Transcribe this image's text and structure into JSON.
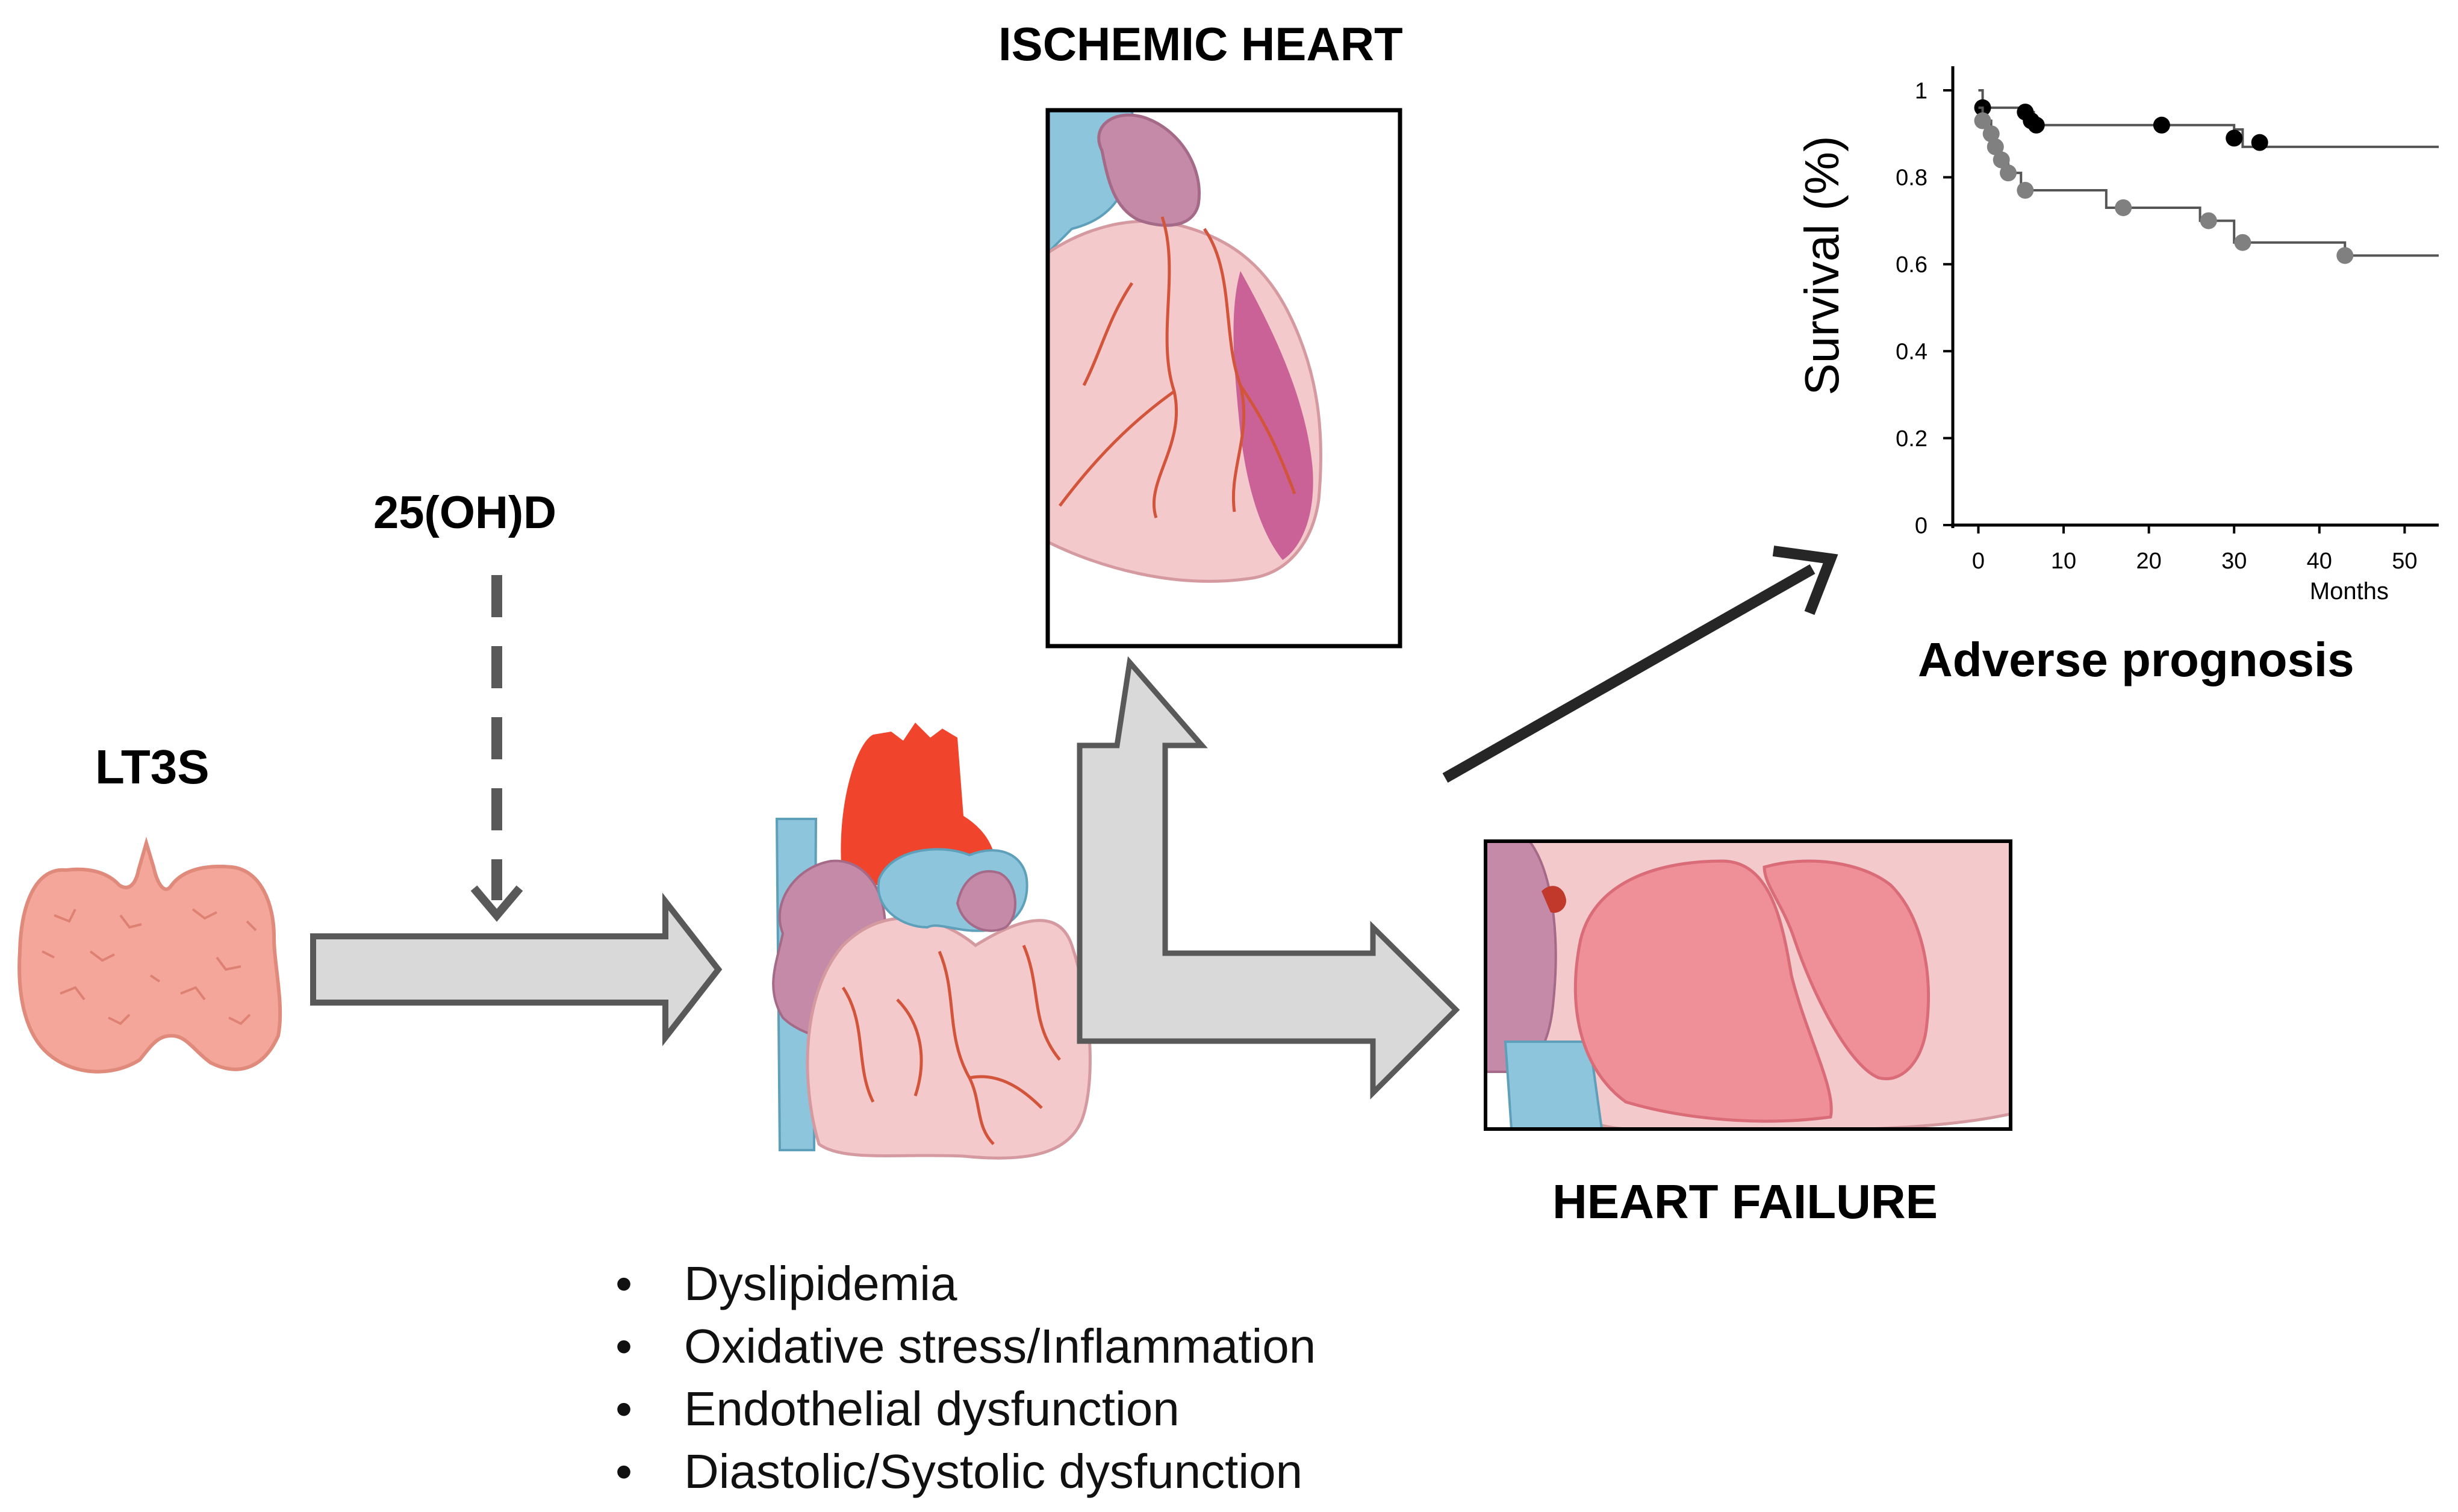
{
  "labels": {
    "lt3s": "LT3S",
    "vitd": "25(OH)D",
    "ischemic": "ISCHEMIC  HEART",
    "heart_failure": "HEART FAILURE",
    "adverse": "Adverse prognosis"
  },
  "bullets": [
    "Dyslipidemia",
    "Oxidative stress/Inflammation",
    "Endothelial  dysfunction",
    "Diastolic/Systolic dysfunction"
  ],
  "colors": {
    "thyroid": "#f4a69a",
    "thyroid_outline": "#e08a7c",
    "heart": "#f3c9cc",
    "vessel_blue": "#8cc5dc",
    "aorta_red": "#f0442c",
    "atrium_purple": "#c58aa7",
    "infarct": "#c2508e",
    "coronary": "#d2543a",
    "arrow_fill": "#d9d9d9",
    "arrow_stroke": "#595959",
    "km_black": "#000000",
    "km_gray": "#808080"
  },
  "chart_data": {
    "type": "line",
    "title": "",
    "xlabel": "Months",
    "ylabel": "Survival (%)",
    "xlim": [
      -3,
      54
    ],
    "ylim": [
      0,
      1
    ],
    "x_ticks": [
      "0",
      "10",
      "20",
      "30",
      "40",
      "50"
    ],
    "y_ticks": [
      "0",
      "0.2",
      "0.4",
      "0.6",
      "0.8",
      "1"
    ],
    "grid": false,
    "series": [
      {
        "color": "#000000",
        "steps": [
          [
            0,
            1
          ],
          [
            0.5,
            0.96
          ],
          [
            5.5,
            0.95
          ],
          [
            6.5,
            0.92
          ],
          [
            30,
            0.91
          ],
          [
            31,
            0.87
          ],
          [
            54,
            0.87
          ]
        ],
        "censored": [
          [
            0.5,
            0.96
          ],
          [
            5.5,
            0.95
          ],
          [
            6.2,
            0.93
          ],
          [
            6.8,
            0.92
          ],
          [
            21.5,
            0.92
          ],
          [
            30,
            0.89
          ],
          [
            33,
            0.88
          ]
        ]
      },
      {
        "color": "#808080",
        "steps": [
          [
            0,
            0.96
          ],
          [
            0.5,
            0.93
          ],
          [
            1.5,
            0.9
          ],
          [
            2,
            0.87
          ],
          [
            2.7,
            0.84
          ],
          [
            3.5,
            0.81
          ],
          [
            5,
            0.77
          ],
          [
            15,
            0.73
          ],
          [
            26,
            0.7
          ],
          [
            30,
            0.65
          ],
          [
            43,
            0.62
          ],
          [
            54,
            0.62
          ]
        ],
        "censored": [
          [
            0.5,
            0.93
          ],
          [
            1.5,
            0.9
          ],
          [
            2,
            0.87
          ],
          [
            2.7,
            0.84
          ],
          [
            3.5,
            0.81
          ],
          [
            5.5,
            0.77
          ],
          [
            17,
            0.73
          ],
          [
            27,
            0.7
          ],
          [
            31,
            0.65
          ],
          [
            43,
            0.62
          ]
        ]
      }
    ]
  }
}
